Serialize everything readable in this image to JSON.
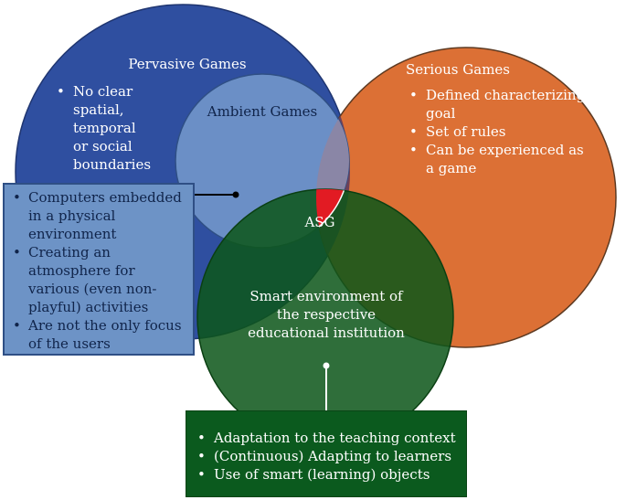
{
  "pervasive": {
    "title": "Pervasive Games",
    "bullets": [
      "No clear spatial, temporal or social boundaries"
    ]
  },
  "serious": {
    "title": "Serious Games",
    "bullets": [
      "Defined characterizing goal",
      "Set of rules",
      "Can be experienced as a game"
    ]
  },
  "ambient": {
    "title": "Ambient Games",
    "bullets": [
      "Computers embedded in a physical environment",
      "Creating an atmosphere for various (even non-playful) activities",
      "Are not the only focus of the users"
    ]
  },
  "smart": {
    "title": "Smart environment of the respective educational institution",
    "bullets": [
      "Adaptation to the teaching context",
      "(Continuous) Adapting to learners",
      "Use of smart (learning) objects"
    ]
  },
  "intersection": {
    "label": "ASG"
  },
  "colors": {
    "pervasive": "#2f4fa0",
    "serious": "#dc7035",
    "ambient": "#6b8fc6",
    "smart": "#0d561a",
    "asg": "#e21b23"
  }
}
